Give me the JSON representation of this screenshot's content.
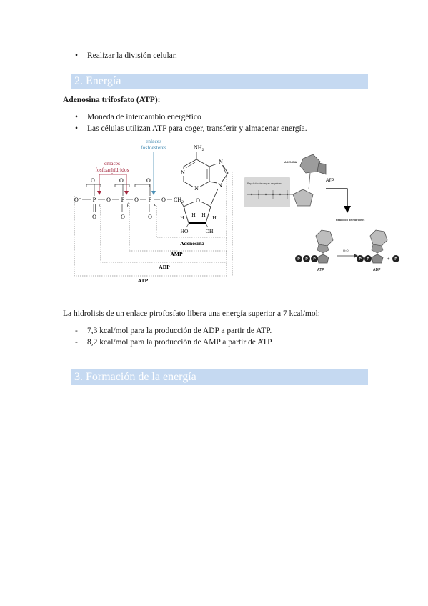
{
  "top_bullet": "Realizar la división celular.",
  "section2": {
    "title": "2. Energía"
  },
  "atp_heading": "Adenosina trifosfato (ATP):",
  "atp_bullets": [
    "Moneda de intercambio energético",
    "Las células utilizan ATP para coger, transferir y almacenar energía."
  ],
  "diagram_left": {
    "label_fosfoester_1": "enlaces",
    "label_fosfoester_2": "fosfoésteres",
    "label_fosfoanh_1": "enlaces",
    "label_fosfoanh_2": "fosfoanhídridos",
    "nh2": "NH",
    "nh2_sub": "2",
    "o_minus": "O⁻",
    "o_dbl": "O",
    "p": "P",
    "o": "O",
    "gamma": "γ",
    "beta": "β",
    "alpha": "α",
    "ch2": "CH",
    "ch2_sub": "2",
    "n": "N",
    "h": "H",
    "ho": "HO",
    "oh": "OH",
    "adenosina": "Adenosina",
    "amp": "AMP",
    "adp": "ADP",
    "atp": "ATP"
  },
  "diagram_right": {
    "adenina": "ADENINA",
    "repulsion": "Repulsión de cargas negativas",
    "atp": "ATP",
    "reaccion": "Reacción de hidrólisis",
    "h2o": "H₂O",
    "adp": "ADP",
    "p": "P",
    "plus": "+"
  },
  "hydrolysis_text": "La hidrolisis de un enlace pirofosfato libera una energía superior a 7 kcal/mol:",
  "hydrolysis_items": [
    "7,3 kcal/mol para la producción de ADP a partir de ATP.",
    "8,2 kcal/mol para la producción de AMP a partir de ATP."
  ],
  "section3": {
    "title": "3. Formación de la energía"
  },
  "colors": {
    "heading_bg": "#c5d9f1",
    "red_bond": "#a3243b",
    "blue_bond": "#4a8fb5"
  }
}
